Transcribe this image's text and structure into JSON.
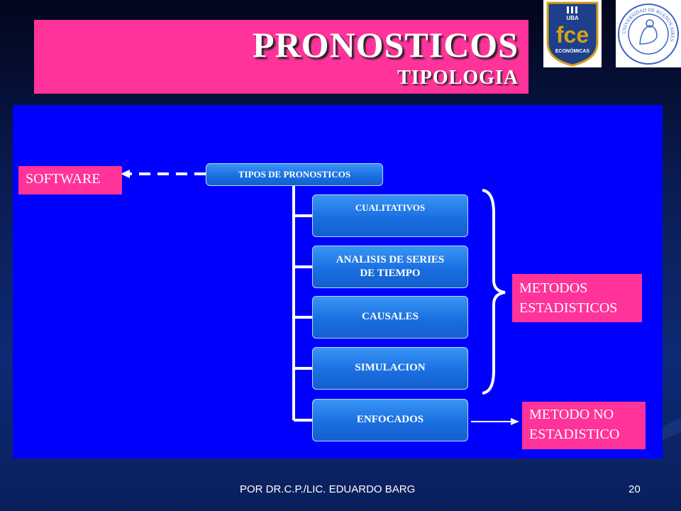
{
  "header": {
    "title": "PRONOSTICOS",
    "subtitle": "TIPOLOGIA"
  },
  "logos": {
    "fce": {
      "top_text": "UBA",
      "main_text": "fce",
      "bottom_text": "ECONÓMICAS"
    },
    "seal": {
      "ring_text": "UNIVERSIDAD DE BUENOS AIRES"
    }
  },
  "diagram": {
    "root": "TIPOS DE PRONOSTICOS",
    "software_label": "SOFTWARE",
    "children": [
      {
        "label": "CUALITATIVOS"
      },
      {
        "label": "ANALISIS DE SERIES DE TIEMPO"
      },
      {
        "label": "CAUSALES"
      },
      {
        "label": "SIMULACION"
      },
      {
        "label": "ENFOCADOS"
      }
    ],
    "metodos_estadisticos": "METODOS ESTADISTICOS",
    "metodo_no_estadistico": "METODO NO ESTADISTICO"
  },
  "footer": {
    "author": "POR DR.C.P./LIC. EDUARDO BARG",
    "page_number": "20"
  },
  "colors": {
    "accent_pink": "#ff3399",
    "panel_blue": "#0000ff",
    "node_blue": "#1a6fe0"
  }
}
